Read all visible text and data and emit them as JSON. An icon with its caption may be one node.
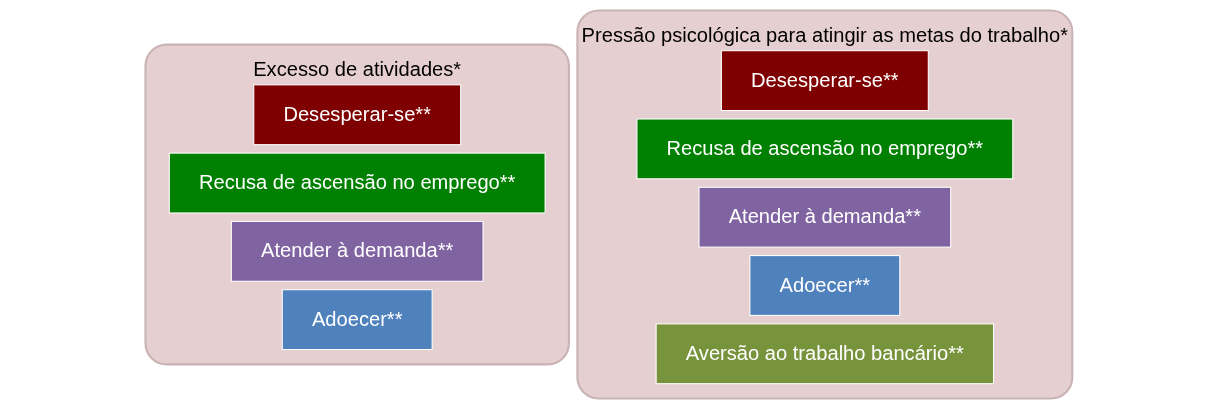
{
  "diagram": {
    "nodes": [
      {
        "text": [
          "Excesso de atividades*"
        ]
      },
      {
        "text": [
          "Desesperar-se**"
        ],
        "in": 0
      },
      {
        "text": [
          "Recusa de ascensão no emprego**"
        ],
        "in": 0
      },
      {
        "text": [
          "Atender à demanda**"
        ],
        "in": 0
      },
      {
        "text": [
          "Adoecer**"
        ],
        "in": 0
      },
      {
        "text": [
          "Pressão psicológica para atingir as metas do trabalho*"
        ]
      },
      {
        "text": [
          "Desesperar-se**"
        ],
        "in": 5
      },
      {
        "text": [
          "Recusa de ascensão no emprego**"
        ],
        "in": 5
      },
      {
        "text": [
          "Atender à demanda**"
        ],
        "in": 5
      },
      {
        "text": [
          "Adoecer**"
        ],
        "in": 5
      },
      {
        "text": [
          "Aversão ao trabalho bancário**"
        ],
        "in": 5
      }
    ],
    "edges": []
  }
}
